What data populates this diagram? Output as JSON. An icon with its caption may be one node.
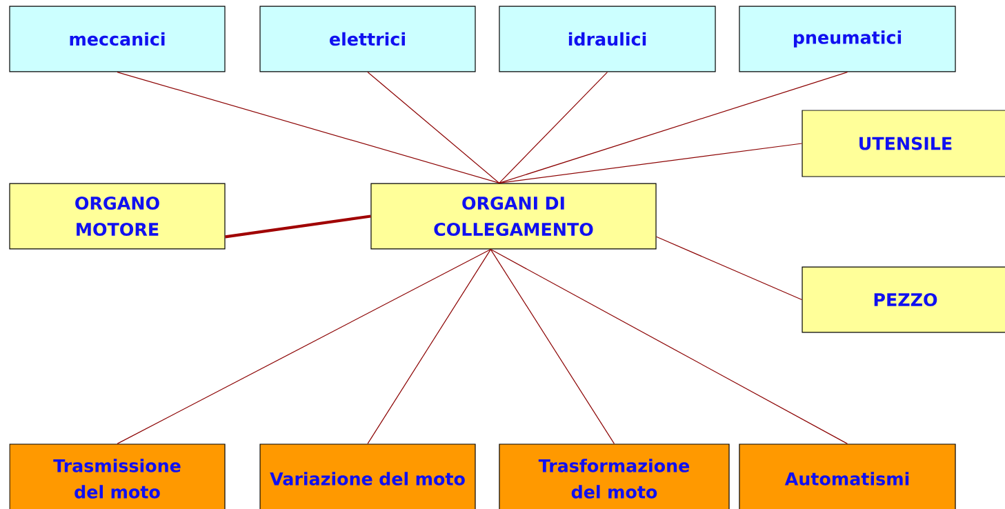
{
  "diagram": {
    "nodes": [
      {
        "text": [
          "meccanici"
        ]
      },
      {
        "text": [
          "elettrici"
        ]
      },
      {
        "text": [
          "idraulici"
        ]
      },
      {
        "text": [
          "pneumatici"
        ]
      },
      {
        "text": [
          "UTENSILE"
        ]
      },
      {
        "text": [
          "ORGANO MOTORE"
        ]
      },
      {
        "text": [
          "ORGANI DI COLLEGAMENTO"
        ]
      },
      {
        "text": [
          "PEZZO"
        ]
      },
      {
        "text": [
          "Trasmissione del moto"
        ]
      },
      {
        "text": [
          "Variazione del moto"
        ]
      },
      {
        "text": [
          "Trasformazione del moto"
        ]
      },
      {
        "text": [
          "Automatismi"
        ]
      }
    ],
    "edges": [
      {
        "from": 0,
        "to": 6,
        "arrow": "none"
      },
      {
        "from": 1,
        "to": 6,
        "arrow": "none"
      },
      {
        "from": 2,
        "to": 6,
        "arrow": "none"
      },
      {
        "from": 3,
        "to": 6,
        "arrow": "none"
      },
      {
        "from": 5,
        "to": 6,
        "arrow": "none",
        "style": "thick"
      },
      {
        "from": 6,
        "to": 4,
        "arrow": "none"
      },
      {
        "from": 6,
        "to": 7,
        "arrow": "none"
      },
      {
        "from": 6,
        "to": 8,
        "arrow": "none"
      },
      {
        "from": 6,
        "to": 9,
        "arrow": "none"
      },
      {
        "from": 6,
        "to": 10,
        "arrow": "none"
      },
      {
        "from": 6,
        "to": 11,
        "arrow": "none"
      }
    ]
  }
}
